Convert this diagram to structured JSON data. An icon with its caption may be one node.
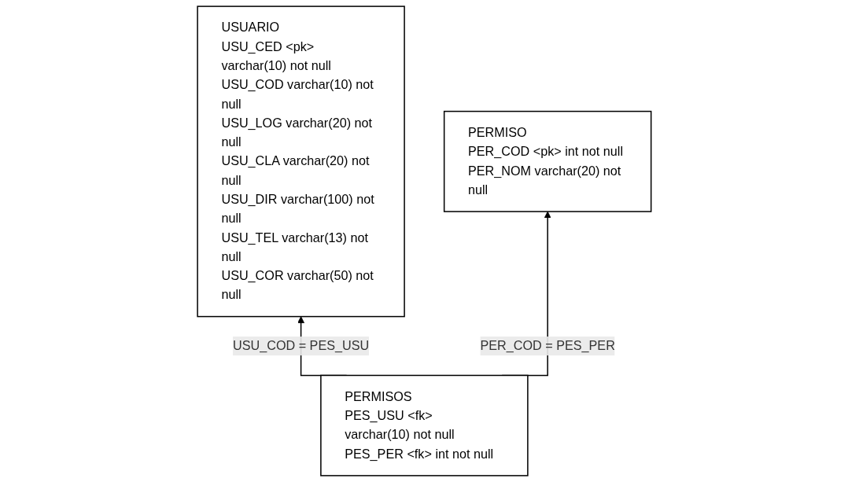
{
  "diagram": {
    "nodes": [
      {
        "text": [
          "USUARIO",
          "USU_CED <pk> varchar(10) not null",
          "USU_COD varchar(10) not null",
          "USU_LOG varchar(20) not null",
          "USU_CLA varchar(20) not null",
          "USU_DIR varchar(100) not null",
          "USU_TEL varchar(13) not null",
          "USU_COR varchar(50) not null"
        ]
      },
      {
        "text": [
          "PERMISO",
          "PER_COD <pk> int not null",
          "PER_NOM varchar(20) not null"
        ]
      },
      {
        "text": [
          "PERMISOS",
          "PES_USU <fk> varchar(10) not null",
          "PES_PER <fk> int not null"
        ]
      }
    ],
    "edges": [
      {
        "from": 2,
        "to": 0,
        "arrow": "to",
        "label": "USU_COD = PES_USU"
      },
      {
        "from": 2,
        "to": 1,
        "arrow": "to",
        "label": "PER_COD = PES_PER"
      }
    ]
  }
}
